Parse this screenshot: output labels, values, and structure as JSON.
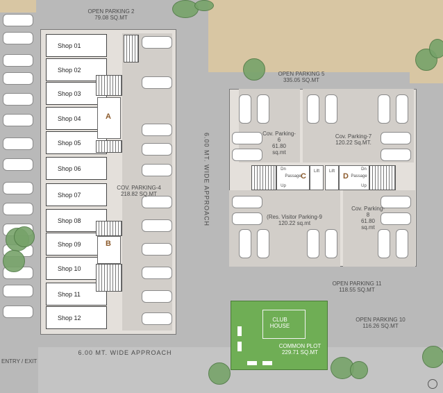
{
  "parking": {
    "open2": {
      "name": "OPEN PARKING 2",
      "area": "79.08 SQ.MT"
    },
    "open5": {
      "name": "OPEN PARKING 5",
      "area": "335.05 SQ.MT"
    },
    "open11": {
      "name": "OPEN PARKING 11",
      "area": "118.55 SQ.MT"
    },
    "open10": {
      "name": "OPEN PARKING 10",
      "area": "116.26 SQ.MT"
    },
    "cov4": {
      "name": "COV. PARKING-4",
      "area": "218.82 SQ.MT"
    },
    "cov6": {
      "name": "Cov. Parking-6",
      "area": "61.80",
      "unit": "sq.mt"
    },
    "cov7": {
      "name": "Cov. Parking-7",
      "area": "120.22 Sq.MT."
    },
    "cov8": {
      "name": "Cov. Parking-8",
      "area": "61.80",
      "unit": "sq.mt"
    },
    "res9": {
      "name": "(Res. Visitor Parking-9",
      "area": "120.22 sq.mt"
    }
  },
  "approach": {
    "vertical": "6.00 MT. WIDE APPROACH",
    "horizontal": "6.00 MT. WIDE APPROACH"
  },
  "entry": "ENTRY / EXIT",
  "shops": [
    "Shop 01",
    "Shop 02",
    "Shop 03",
    "Shop 04",
    "Shop 05",
    "Shop 06",
    "Shop 07",
    "Shop 08",
    "Shop 09",
    "Shop 10",
    "Shop 11",
    "Shop 12"
  ],
  "cores": {
    "a": "A",
    "b": "B",
    "c": "C",
    "d": "D"
  },
  "club": {
    "line1": "CLUB",
    "line2": "HOUSE"
  },
  "common_plot": {
    "name": "COMMON PLOT",
    "area": "229.71 SQ.MT"
  },
  "core_labels": {
    "passage": "Passage",
    "lift": "Lift",
    "dn": "Dn",
    "up": "Up"
  },
  "colors": {
    "road": "#b9b9b9",
    "sand": "#d8c6a3",
    "garden": "#6fae55",
    "building": "#ffffff",
    "tree": "#77a36a"
  }
}
